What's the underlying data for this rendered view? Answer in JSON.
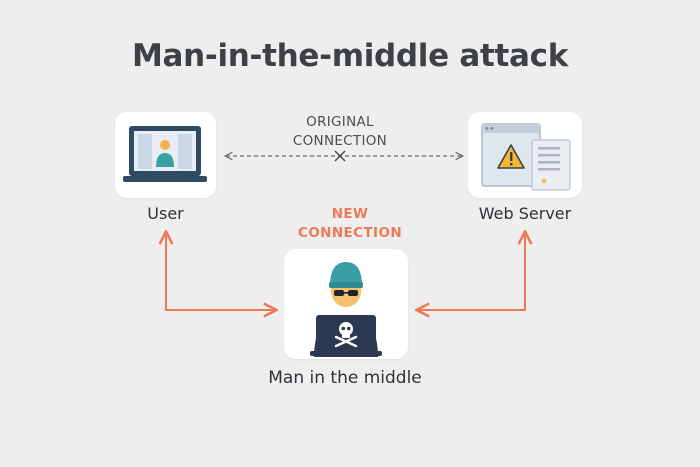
{
  "title": "Man-in-the-middle attack",
  "original_connection": {
    "line1": "ORIGINAL",
    "line2": "CONNECTION"
  },
  "new_connection": {
    "line1": "NEW",
    "line2": "CONNECTION"
  },
  "nodes": {
    "user": {
      "label": "User",
      "icon": "laptop-user-icon"
    },
    "server": {
      "label": "Web Server",
      "icon": "web-server-warning-icon"
    },
    "attacker": {
      "label": "Man in the middle",
      "icon": "hacker-laptop-icon"
    }
  },
  "colors": {
    "background": "#efeeef",
    "accent": "#ec7a55",
    "dashed_line": "#6b6e73",
    "card": "#ffffff"
  }
}
